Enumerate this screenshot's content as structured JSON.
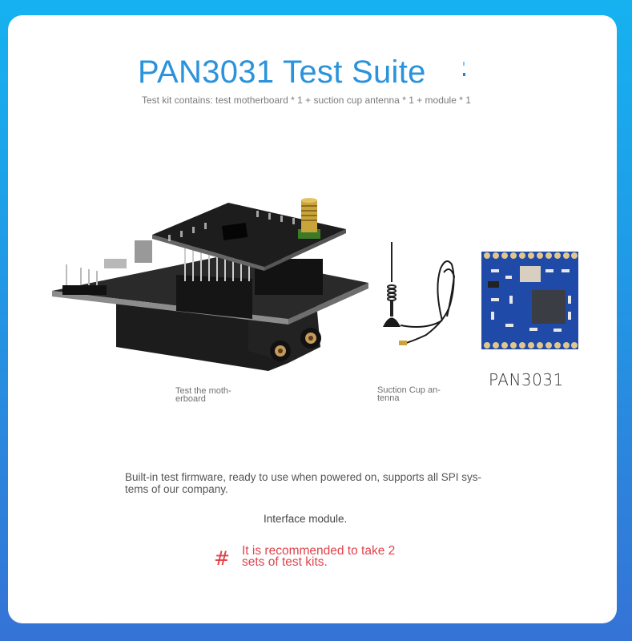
{
  "page": {
    "background_gradient": [
      "#16b2f0",
      "#3573d6"
    ],
    "card_color": "#ffffff"
  },
  "header": {
    "title": "PAN3031 Test Suite",
    "title_color": "#2a93dc",
    "subtitle": "Test kit contains: test motherboard * 1 + suction cup antenna * 1 + module * 1"
  },
  "products": [
    {
      "id": "motherboard",
      "caption": "Test the moth-\nerboard",
      "image": "test-motherboard-pcb"
    },
    {
      "id": "antenna",
      "caption": "Suction Cup an-\ntenna",
      "image": "suction-cup-antenna"
    },
    {
      "id": "module",
      "caption": "PAN3031",
      "image": "pan3031-module"
    }
  ],
  "description": "Built-in test firmware, ready to use when powered on, supports all SPI sys-tems of our company.",
  "interface_label": "Interface module.",
  "note": {
    "icon": "#",
    "text": "It is recommended to take 2 sets of test kits.",
    "color": "#e0434a"
  }
}
